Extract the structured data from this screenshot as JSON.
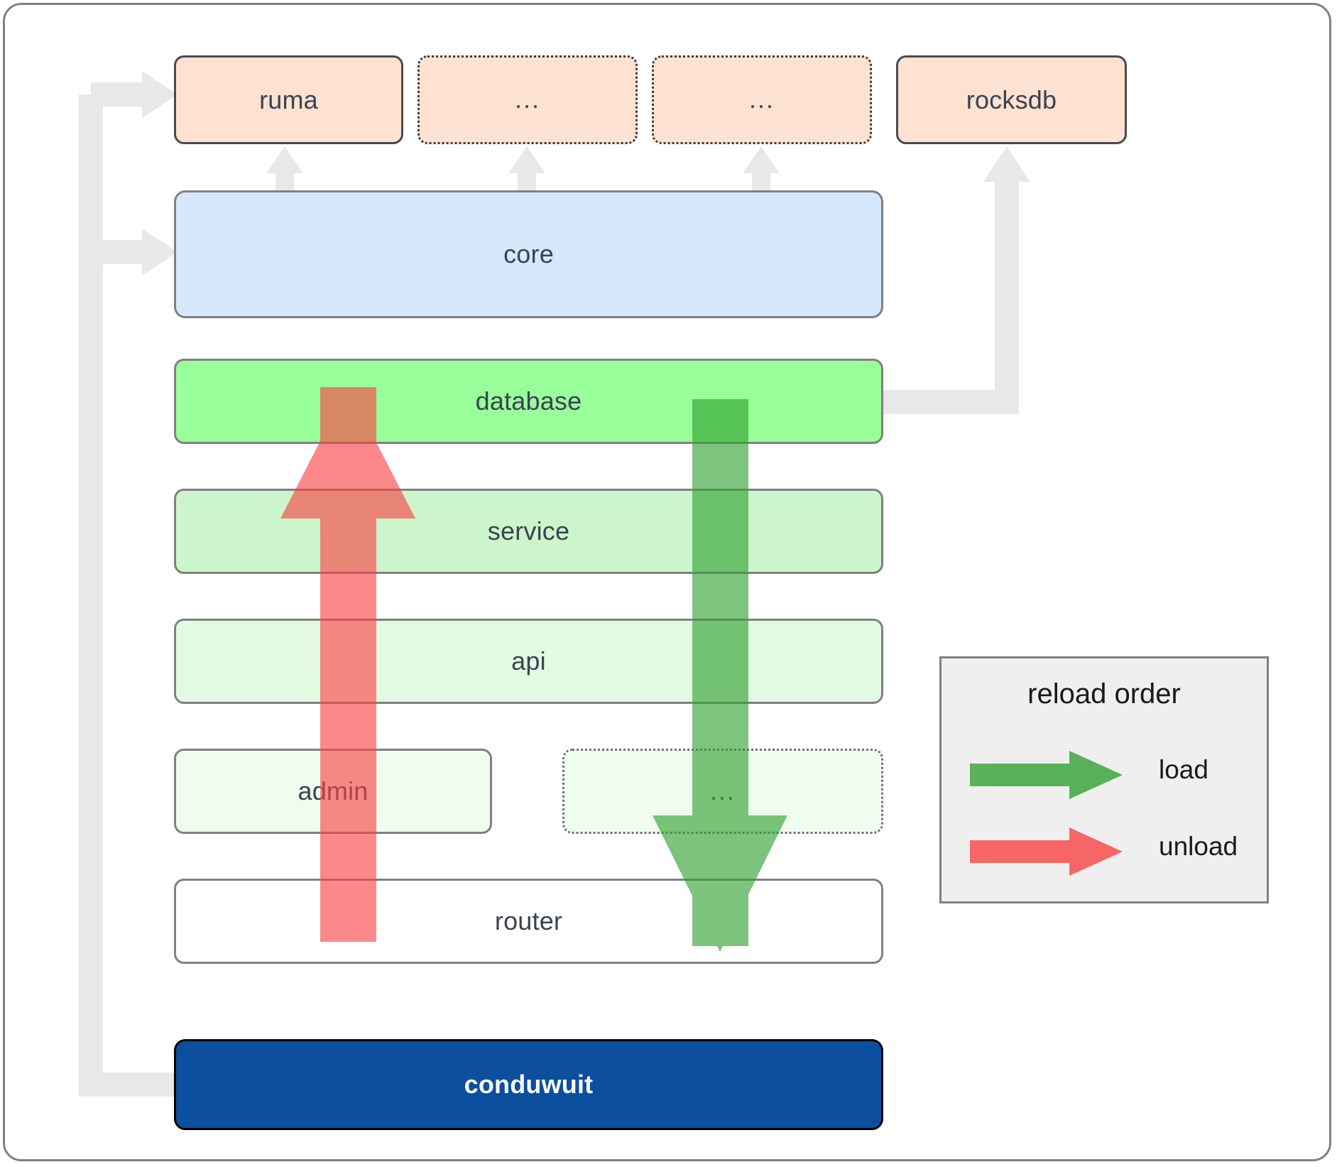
{
  "diagram": {
    "title": "conduwuit crate / layer architecture",
    "colors": {
      "package_fill": "#fde2d1",
      "core_fill": "#d5e8fc",
      "database_fill": "#99ff99",
      "service_fill": "#ccf5cc",
      "api_fill": "#e2fae2",
      "admin_fill": "#effdef",
      "router_fill": "#ffffff",
      "root_fill": "#0b4f9e",
      "load_arrow": "#4caf50",
      "unload_arrow": "#fa8080",
      "dependency_arrow": "#e8e8e8",
      "border": "#808080"
    },
    "external_packages": [
      {
        "id": "ruma",
        "label": "ruma",
        "style": "solid"
      },
      {
        "id": "etc-1",
        "label": "...",
        "style": "dotted"
      },
      {
        "id": "etc-2",
        "label": "...",
        "style": "dotted"
      },
      {
        "id": "rocksdb",
        "label": "rocksdb",
        "style": "solid"
      }
    ],
    "layers": [
      {
        "id": "core",
        "label": "core"
      },
      {
        "id": "database",
        "label": "database"
      },
      {
        "id": "service",
        "label": "service"
      },
      {
        "id": "api",
        "label": "api"
      },
      {
        "id": "admin",
        "label": "admin"
      },
      {
        "id": "etc-3",
        "label": "...",
        "style": "dotted"
      },
      {
        "id": "router",
        "label": "router"
      }
    ],
    "root": {
      "id": "conduwuit",
      "label": "conduwuit"
    },
    "legend": {
      "title": "reload order",
      "entries": [
        {
          "id": "load",
          "label": "load",
          "color": "#4caf50",
          "direction": "down"
        },
        {
          "id": "unload",
          "label": "unload",
          "color": "#fa8080",
          "direction": "up"
        }
      ]
    }
  }
}
